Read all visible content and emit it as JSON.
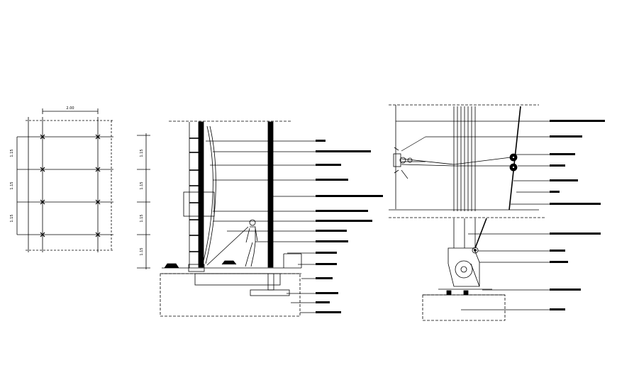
{
  "grid_plan": {
    "width_dim": "2.00",
    "row_dims": [
      "1.15",
      "1.15",
      "1.15"
    ]
  },
  "section": {
    "height_dims": [
      "1.15",
      "1.15",
      "1.15",
      "1.15"
    ]
  },
  "colors": {
    "line": "#000000",
    "background": "#ffffff"
  }
}
